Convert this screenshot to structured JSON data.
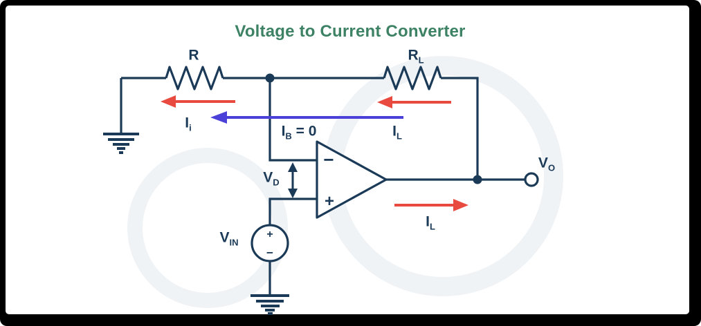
{
  "title": {
    "text": "Voltage to Current Converter"
  },
  "colors": {
    "wire": "#1b3a57",
    "red": "#e84a3f",
    "blue": "#4b41d8",
    "green": "#3d8264",
    "watermark": "#f0f3f6",
    "frame": "#000000",
    "canvas": "#ffffff"
  },
  "components": {
    "resistor_feedback": {
      "main": "R",
      "sub": ""
    },
    "resistor_load": {
      "main": "R",
      "sub": "L"
    },
    "input_current": {
      "main": "I",
      "sub": "i"
    },
    "bias_current": {
      "main": "I",
      "sub": "B",
      "suffix": " = 0"
    },
    "load_current_top": {
      "main": "I",
      "sub": "L"
    },
    "load_current_out": {
      "main": "I",
      "sub": "L"
    },
    "diff_voltage": {
      "main": "V",
      "sub": "D"
    },
    "input_voltage": {
      "main": "V",
      "sub": "IN"
    },
    "output_voltage": {
      "main": "V",
      "sub": "O"
    }
  },
  "opamp": {
    "inverting_sign": "−",
    "noninverting_sign": "+"
  },
  "source": {
    "plus_sign": "+",
    "minus_sign": "−"
  }
}
